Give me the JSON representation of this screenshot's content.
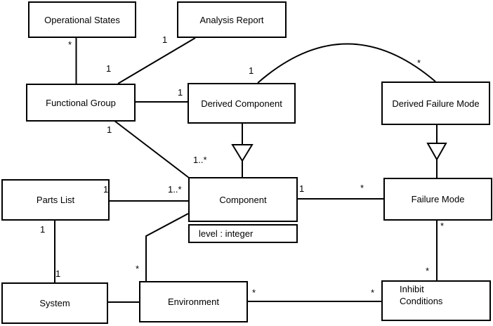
{
  "diagram": {
    "type": "uml-class-diagram",
    "classes": {
      "operational_states": "Operational States",
      "analysis_report": "Analysis Report",
      "functional_group": "Functional Group",
      "derived_component": "Derived Component",
      "derived_failure_mode": "Derived Failure Mode",
      "parts_list": "Parts List",
      "component": "Component",
      "component_attribute": "level : integer",
      "failure_mode": "Failure Mode",
      "system": "System",
      "environment": "Environment",
      "inhibit_conditions": "Inhibit\nConditions"
    },
    "multiplicities": {
      "os_fg_star": "*",
      "os_fg_one": "1",
      "ar_fg_one": "1",
      "fg_dc_one": "1",
      "fg_comp_one": "1",
      "fg_comp_many": "1..*",
      "dc_dfm_one": "1",
      "dc_dfm_star": "*",
      "pl_comp_one": "1",
      "pl_comp_many": "1..*",
      "pl_sys_top": "1",
      "pl_sys_bottom": "1",
      "comp_fm_one": "1",
      "comp_fm_star": "*",
      "fm_ic_top": "*",
      "fm_ic_bottom": "*",
      "comp_env_star": "*",
      "env_ic_left": "*",
      "env_ic_right": "*"
    },
    "relationships": [
      {
        "from": "Operational States",
        "to": "Functional Group",
        "type": "association",
        "from_mult": "*",
        "to_mult": "1"
      },
      {
        "from": "Analysis Report",
        "to": "Functional Group",
        "type": "association",
        "from_mult": "1"
      },
      {
        "from": "Functional Group",
        "to": "Derived Component",
        "type": "association",
        "to_mult": "1"
      },
      {
        "from": "Functional Group",
        "to": "Component",
        "type": "association",
        "from_mult": "1",
        "to_mult": "1..*"
      },
      {
        "from": "Derived Component",
        "to": "Derived Failure Mode",
        "type": "association",
        "from_mult": "1",
        "to_mult": "*"
      },
      {
        "from": "Derived Component",
        "to": "Component",
        "type": "generalization"
      },
      {
        "from": "Derived Failure Mode",
        "to": "Failure Mode",
        "type": "generalization"
      },
      {
        "from": "Parts List",
        "to": "Component",
        "type": "association",
        "from_mult": "1",
        "to_mult": "1..*"
      },
      {
        "from": "Parts List",
        "to": "System",
        "type": "association",
        "from_mult": "1",
        "to_mult": "1"
      },
      {
        "from": "Component",
        "to": "Failure Mode",
        "type": "association",
        "from_mult": "1",
        "to_mult": "*"
      },
      {
        "from": "Component",
        "to": "Environment",
        "type": "association",
        "to_mult": "*"
      },
      {
        "from": "Failure Mode",
        "to": "Inhibit Conditions",
        "type": "association",
        "from_mult": "*",
        "to_mult": "*"
      },
      {
        "from": "System",
        "to": "Environment",
        "type": "association"
      },
      {
        "from": "Environment",
        "to": "Inhibit Conditions",
        "type": "association",
        "from_mult": "*",
        "to_mult": "*"
      }
    ]
  }
}
